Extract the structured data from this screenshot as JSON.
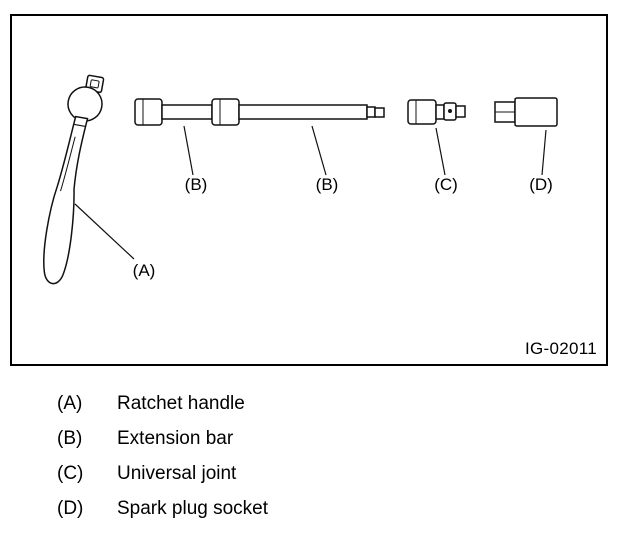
{
  "figure": {
    "id": "IG-02011",
    "callouts": {
      "a": "(A)",
      "b1": "(B)",
      "b2": "(B)",
      "c": "(C)",
      "d": "(D)"
    },
    "drawings": [
      "ratchet-handle-drawing",
      "extension-bar-short-drawing",
      "extension-bar-long-drawing",
      "universal-joint-drawing",
      "spark-plug-socket-drawing"
    ]
  },
  "legend": {
    "items": [
      {
        "key": "(A)",
        "label": "Ratchet handle"
      },
      {
        "key": "(B)",
        "label": "Extension bar"
      },
      {
        "key": "(C)",
        "label": "Universal joint"
      },
      {
        "key": "(D)",
        "label": "Spark plug socket"
      }
    ]
  }
}
